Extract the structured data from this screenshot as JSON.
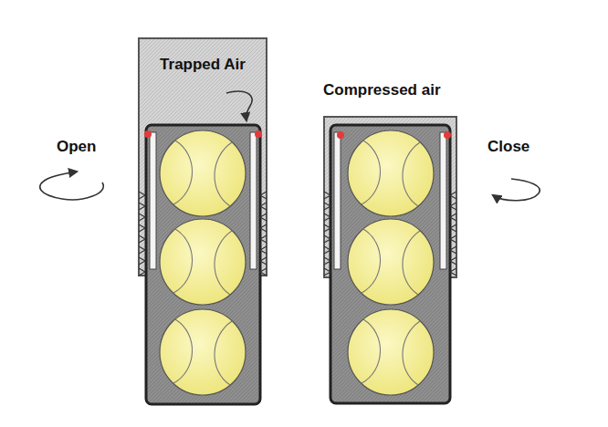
{
  "diagram": {
    "labels": [
      "Trapped Air",
      "Compressed air",
      "Open",
      "Close"
    ]
  }
}
